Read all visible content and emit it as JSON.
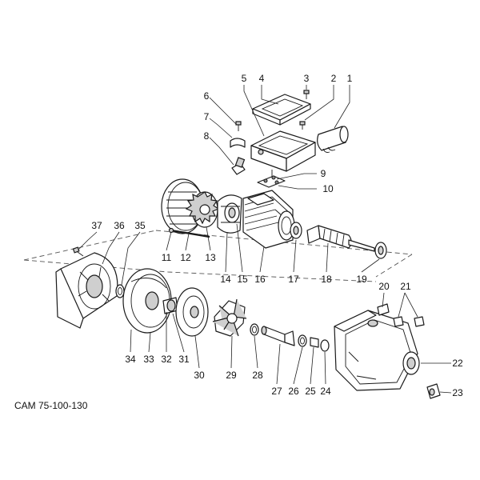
{
  "caption": "CAM 75-100-130",
  "callouts": [
    "1",
    "2",
    "3",
    "4",
    "5",
    "6",
    "7",
    "8",
    "9",
    "10",
    "11",
    "12",
    "13",
    "14",
    "15",
    "16",
    "17",
    "18",
    "19",
    "20",
    "21",
    "22",
    "23",
    "24",
    "25",
    "26",
    "27",
    "28",
    "29",
    "30",
    "31",
    "32",
    "33",
    "34",
    "35",
    "36",
    "37"
  ],
  "colors": {
    "line": "#1a1a1a",
    "shade": "#cfcfcf",
    "background": "#ffffff"
  }
}
